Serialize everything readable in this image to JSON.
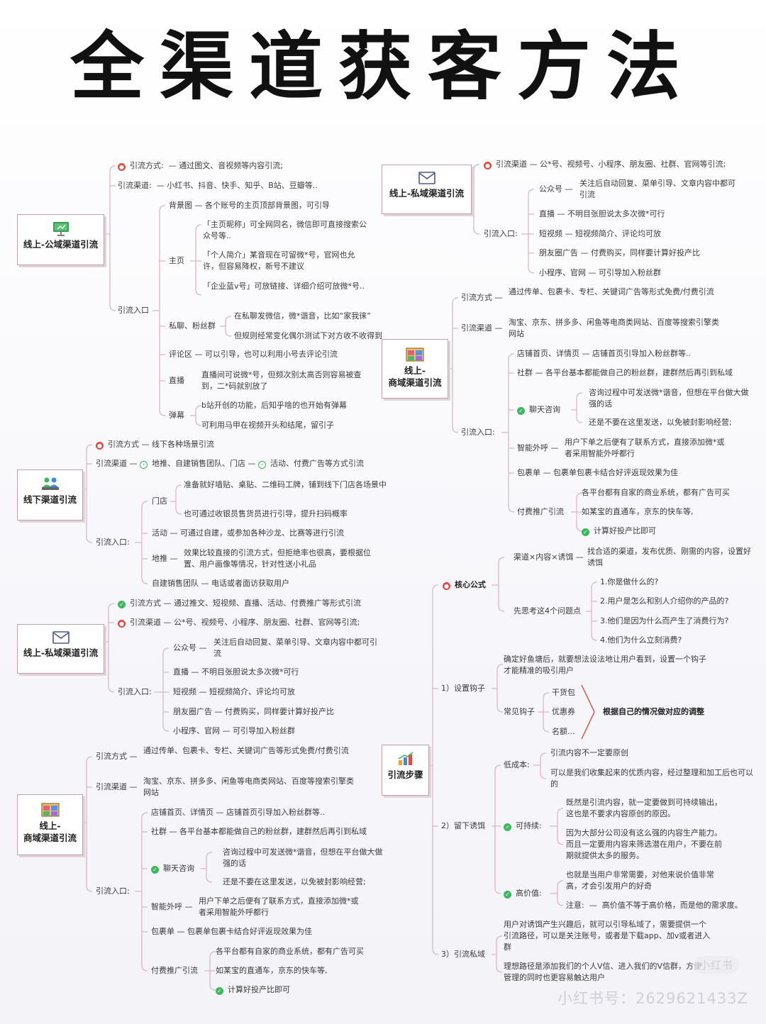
{
  "title": "全渠道获客方法",
  "watermark": {
    "brand": "小红书",
    "id_line": "小红书号：2629621433Z"
  },
  "nodes": {
    "pub": {
      "title": "线上-公域渠道引流",
      "method_label": "引流方式:",
      "method_text": "通过图文、音视频等内容引流;",
      "channel_label": "引流渠道:",
      "channel_text": "小红书、抖音、快手、知乎、B站、豆瓣等..",
      "entry_label": "引流入口",
      "bg_label": "背景图",
      "bg_text": "各个账号的主页顶部背景图，可引导",
      "home_label": "主页",
      "home_1": "「主页昵称」可全网同名，微信即可直接搜索公众号等..",
      "home_2": "「个人简介」某音现在可留微*号，官网也允许，但容易降权，新号不建议",
      "home_3": "「企业蓝v号」可放链接、详细介绍可放微*号..",
      "pm_label": "私聊、粉丝群",
      "pm_1": "在私聊发微信，微*谐音，比如“家我徕”",
      "pm_2": "但规则经常变化偶尔测试下对方收不收得到",
      "cmt_label": "评论区",
      "cmt_text": "可以引导，也可以利用小号去评论引流",
      "live_label": "直播",
      "live_text": "直播间可说微*号，但频次别太高否则容易被查到，二*码就别放了",
      "dm_label": "弹幕",
      "dm_1": "b站开创的功能，后知乎啥的也开始有弹幕",
      "dm_2": "可利用马甲在视频开头和结尾，留引子"
    },
    "priv_top": {
      "title": "线上-私域渠道引流",
      "channel_label": "引流渠道",
      "channel_text": "公*号、视频号、小程序、朋友圈、社群、官网等引流;",
      "entry_label": "引流入口:",
      "gzh_label": "公众号",
      "gzh_text": "关注后自动回复、菜单引导、文章内容中都可引流",
      "live_label": "直播",
      "live_text": "不明目张胆说太多次微*可行",
      "sv_label": "短视频",
      "sv_text": "短视频简介、评论均可放",
      "moment_label": "朋友圈广告",
      "moment_text": "付费购买，同样要计算好投产比",
      "mini_label": "小程序、官网",
      "mini_text": "可引导加入粉丝群"
    },
    "ecom_top": {
      "title": "线上-\n商域渠道引流",
      "method_label": "引流方式",
      "method_text": "通过传单、包裹卡、专栏、关键词广告等形式免费/付费引流",
      "channel_label": "引流渠道",
      "channel_text": "淘宝、京东、拼多多、闲鱼等电商类网站、百度等搜索引擎类网站",
      "entry_label": "引流入口:",
      "shop_label": "店铺首页、详情页",
      "shop_text": "店铺首页引导加入粉丝群等..",
      "grp_label": "社群",
      "grp_text": "各平台基本都能做自己的粉丝群，建群然后再引到私域",
      "chat_label": "聊天咨询",
      "chat_1": "咨询过程中可发送微*谐音，但想在平台做大做强的话",
      "chat_2": "还是不要在这里发送，以免被封影响经营;",
      "call_label": "智能外呼",
      "call_text": "用户下单之后便有了联系方式，直接添加微*或者采用智能外呼都行",
      "pkg_label": "包裹单",
      "pkg_text": "包裹单包裹卡结合好评返现效果为佳",
      "paid_label": "付费推广引流",
      "paid_1": "各平台都有自家的商业系统，都有广告可买",
      "paid_2": "如某宝的直通车，京东的快车等,",
      "paid_3": "计算好投产比即可"
    },
    "offline": {
      "title": "线下渠道引流",
      "method_label": "引流方式",
      "method_text": "线下各种场景引流",
      "channel_label": "引流渠道",
      "channel_1": "地推、自建销售团队、门店",
      "channel_2": "活动、付费广告等方式引流",
      "entry_label": "引流入口:",
      "store_label": "门店",
      "store_1": "准备就好墙贴、桌贴、二维码工牌，铺到线下门店各场景中",
      "store_2": "也可通过收银员售货员进行引导，提升扫码概率",
      "act_label": "活动",
      "act_text": "可通过自建，或参加各种沙龙、比赛等进行引流",
      "push_label": "地推",
      "push_text": "效果比较直接的引流方式，但拒绝率也很高，要根据位置、用户画像等情况，针对性送小礼品",
      "team_label": "自建销售团队",
      "team_text": "电话或者面访获取用户"
    },
    "priv_bot": {
      "title": "线上-私域渠道引流",
      "method_label": "引流方式",
      "method_text": "通过推文、短视频、直播、活动、付费推广等形式引流",
      "channel_label": "引流渠道",
      "channel_text": "公*号、视频号、小程序、朋友圈、社群、官网等引流;",
      "entry_label": "引流入口:",
      "gzh_label": "公众号",
      "gzh_text": "关注后自动回复、菜单引导、文章内容中都可引流",
      "live_label": "直播",
      "live_text": "不明目张胆说太多次微*可行",
      "sv_label": "短视频",
      "sv_text": "短视频简介、评论均可放",
      "moment_label": "朋友圈广告",
      "moment_text": "付费购买，同样要计算好投产比",
      "mini_label": "小程序、官网",
      "mini_text": "可引导加入粉丝群"
    },
    "ecom_bot": {
      "title": "线上-\n商域渠道引流",
      "method_label": "引流方式",
      "method_text": "通过传单、包裹卡、专栏、关键词广告等形式免费/付费引流",
      "channel_label": "引流渠道",
      "channel_text": "淘宝、京东、拼多多、闲鱼等电商类网站、百度等搜索引擎类网站",
      "entry_label": "引流入口:",
      "shop_label": "店铺首页、详情页",
      "shop_text": "店铺首页引导加入粉丝群等..",
      "grp_label": "社群",
      "grp_text": "各平台基本都能做自己的粉丝群，建群然后再引到私域",
      "chat_label": "聊天咨询",
      "chat_1": "咨询过程中可发送微*谐音，但想在平台做大做强的话",
      "chat_2": "还是不要在这里发送，以免被封影响经营;",
      "call_label": "智能外呼",
      "call_text": "用户下单之后便有了联系方式，直接添加微*或者采用智能外呼都行",
      "pkg_label": "包裹单",
      "pkg_text": "包裹单包裹卡结合好评返现效果为佳",
      "paid_label": "付费推广引流",
      "paid_1": "各平台都有自家的商业系统，都有广告可买",
      "paid_2": "如某宝的直通车，京东的快车等,",
      "paid_3": "计算好投产比即可"
    },
    "steps": {
      "title": "引流步骤",
      "core_label": "核心公式",
      "formula_label": "渠道×内容×诱饵",
      "formula_text": "找合适的渠道，发布优质、刚需的内容，设置好诱饵",
      "think_label": "先思考这4个问题点",
      "q1": "1.你是做什么的?",
      "q2": "2.用户是怎么和别人介绍你的产品的?",
      "q3": "3.他们是因为什么而产生了消费行为?",
      "q4": "4.他们为什么立刻消费?",
      "hook_label": "1）设置钩子",
      "hook_text": "确定好鱼塘后，就要想法设法地让用户看到，设置一个钩子才能精准的吸引用户",
      "common_label": "常见钩子",
      "h1": "干货包",
      "h2": "优惠券",
      "h3": "名额...",
      "hook_note": "根据自己的情况做对应的调整",
      "bait_label": "2）留下诱饵",
      "low_label": "低成本:",
      "low_1": "引流内容不一定要原创",
      "low_2": "可以是我们收集起来的优质内容，经过整理和加工后也可以的",
      "sus_label": "可持续:",
      "sus_1": "既然是引流内容，就一定要做到可持续输出，这也是不要求内容原创的原因。",
      "sus_2": "因为大部分公司没有这么强的内容生产能力。而且一定要用内容来筛选潜在用户，不要在前期就提供太多的服务。",
      "val_label": "高价值:",
      "val_1": "也就是当用户非常需要，对他来说价值非常高，才会引发用户的好奇",
      "note_label": "注意:",
      "note_text": "高价值不等于高价格，而是他的需求度。",
      "priv_label": "3）引流私域",
      "priv_1": "用户对诱饵产生兴趣后，就可以引导私域了，需要提供一个引流路径，可以是关注账号，或者是下载app、加v或者进入群",
      "priv_2": "理想路径是添加我们的个人V信、进入我们的V信群，方便管理的同时也更容易触达用户"
    }
  }
}
